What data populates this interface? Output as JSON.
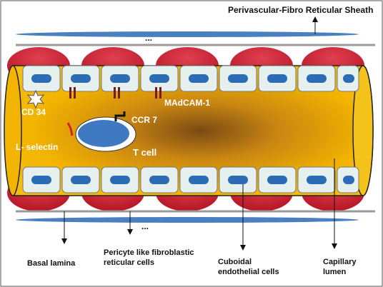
{
  "labels": {
    "sheath": "Perivascular-Fibro Reticular Sheath",
    "cd34": "CD 34",
    "madcam": "MAdCAM-1",
    "ccr7": "CCR 7",
    "lselectin": "L- selectin",
    "tcell": "T cell",
    "basal_lamina": "Basal lamina",
    "pericyte_line1": "Pericyte like fibroblastic",
    "pericyte_line2": "reticular cells",
    "cuboidal_line1": "Cuboidal",
    "cuboidal_line2": "endothelial cells",
    "capillary_line1": "Capillary",
    "capillary_line2": "lumen",
    "dots": "..."
  },
  "colors": {
    "lumen": "#f2b400",
    "lumen_center": "#8a5a14",
    "pericyte": "#c8192e",
    "endothelial": "#e6f0ef",
    "nucleus": "#2b6cb5",
    "sheath": "#4a7fc1",
    "basal_line": "#9a9a9a",
    "madcam": "#7a1a1a",
    "ccr7": "#111111",
    "lselectin": "#d2232a"
  }
}
